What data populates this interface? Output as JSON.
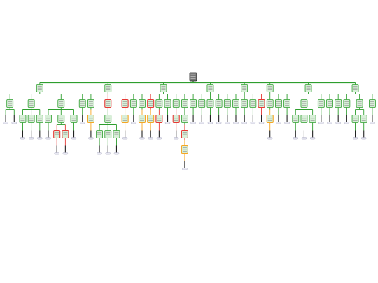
{
  "colors": {
    "background": "#ffffff",
    "root_fill": "#777777",
    "root_stroke": "#222222",
    "node_fill": "#d8efd8",
    "node_text_lines": "#7a7a7a",
    "edge_ok": "#2e9e2e",
    "edge_error": "#e53935",
    "edge_warning": "#f5a623",
    "leaf_pill_fill": "#e8e8f2",
    "leaf_pill_stroke": "#9a9ab5"
  },
  "status_legend": {
    "ok": "green",
    "error": "red",
    "warning": "orange"
  },
  "root": {
    "label": "",
    "status": "root",
    "children": [
      {
        "label": "",
        "status": "ok",
        "children": [
          {
            "label": "",
            "status": "ok",
            "children": [
              {
                "label": "",
                "status": "leaf"
              },
              {
                "label": "",
                "status": "leaf"
              }
            ]
          },
          {
            "label": "",
            "status": "ok",
            "children": [
              {
                "label": "",
                "status": "ok",
                "children": [
                  {
                    "label": "",
                    "status": "leaf"
                  }
                ]
              },
              {
                "label": "",
                "status": "ok",
                "children": [
                  {
                    "label": "",
                    "status": "leaf"
                  }
                ]
              },
              {
                "label": "",
                "status": "ok",
                "children": [
                  {
                    "label": "",
                    "status": "leaf"
                  }
                ]
              }
            ]
          },
          {
            "label": "",
            "status": "ok",
            "children": [
              {
                "label": "",
                "status": "ok",
                "children": [
                  {
                    "label": "",
                    "status": "leaf"
                  }
                ]
              },
              {
                "label": "",
                "status": "ok",
                "children": [
                  {
                    "label": "",
                    "status": "error",
                    "children": [
                      {
                        "label": "",
                        "status": "leaf"
                      }
                    ]
                  },
                  {
                    "label": "",
                    "status": "error",
                    "children": [
                      {
                        "label": "",
                        "status": "leaf"
                      }
                    ]
                  }
                ]
              },
              {
                "label": "",
                "status": "ok",
                "children": [
                  {
                    "label": "",
                    "status": "leaf"
                  }
                ]
              }
            ]
          }
        ]
      },
      {
        "label": "",
        "status": "ok",
        "children": [
          {
            "label": "",
            "status": "ok",
            "children": [
              {
                "label": "",
                "status": "leaf"
              }
            ]
          },
          {
            "label": "",
            "status": "ok",
            "children": [
              {
                "label": "",
                "status": "warning",
                "children": [
                  {
                    "label": "",
                    "status": "leaf"
                  }
                ]
              }
            ]
          },
          {
            "label": "",
            "status": "error",
            "children": [
              {
                "label": "",
                "status": "ok",
                "children": [
                  {
                    "label": "",
                    "status": "ok",
                    "children": [
                      {
                        "label": "",
                        "status": "leaf"
                      }
                    ]
                  },
                  {
                    "label": "",
                    "status": "ok",
                    "children": [
                      {
                        "label": "",
                        "status": "leaf"
                      }
                    ]
                  },
                  {
                    "label": "",
                    "status": "ok",
                    "children": [
                      {
                        "label": "",
                        "status": "leaf"
                      }
                    ]
                  }
                ]
              }
            ]
          },
          {
            "label": "",
            "status": "error",
            "children": [
              {
                "label": "",
                "status": "warning",
                "children": [
                  {
                    "label": "",
                    "status": "leaf"
                  }
                ]
              }
            ]
          },
          {
            "label": "",
            "status": "ok",
            "children": [
              {
                "label": "",
                "status": "leaf"
              }
            ]
          }
        ]
      },
      {
        "label": "",
        "status": "ok",
        "children": [
          {
            "label": "",
            "status": "ok",
            "children": [
              {
                "label": "",
                "status": "warning",
                "children": [
                  {
                    "label": "",
                    "status": "leaf"
                  }
                ]
              }
            ]
          },
          {
            "label": "",
            "status": "error",
            "children": [
              {
                "label": "",
                "status": "warning",
                "children": [
                  {
                    "label": "",
                    "status": "leaf"
                  }
                ]
              }
            ]
          },
          {
            "label": "",
            "status": "ok",
            "children": [
              {
                "label": "",
                "status": "error",
                "children": [
                  {
                    "label": "",
                    "status": "leaf"
                  }
                ]
              }
            ]
          },
          {
            "label": "",
            "status": "ok",
            "children": [
              {
                "label": "",
                "status": "leaf"
              }
            ]
          },
          {
            "label": "",
            "status": "ok",
            "children": [
              {
                "label": "",
                "status": "error",
                "children": [
                  {
                    "label": "",
                    "status": "leaf"
                  }
                ]
              }
            ]
          },
          {
            "label": "",
            "status": "ok",
            "children": [
              {
                "label": "",
                "status": "ok",
                "children": [
                  {
                    "label": "",
                    "status": "error",
                    "children": [
                      {
                        "label": "",
                        "status": "warning",
                        "children": [
                          {
                            "label": "",
                            "status": "leaf"
                          }
                        ]
                      }
                    ]
                  }
                ]
              }
            ]
          }
        ]
      },
      {
        "label": "",
        "status": "ok",
        "children": [
          {
            "label": "",
            "status": "ok",
            "children": [
              {
                "label": "",
                "status": "leaf"
              }
            ]
          },
          {
            "label": "",
            "status": "ok",
            "children": [
              {
                "label": "",
                "status": "leaf"
              }
            ]
          },
          {
            "label": "",
            "status": "ok",
            "children": [
              {
                "label": "",
                "status": "leaf"
              }
            ]
          },
          {
            "label": "",
            "status": "ok",
            "children": [
              {
                "label": "",
                "status": "leaf"
              }
            ]
          },
          {
            "label": "",
            "status": "ok",
            "children": [
              {
                "label": "",
                "status": "leaf"
              }
            ]
          }
        ]
      },
      {
        "label": "",
        "status": "ok",
        "children": [
          {
            "label": "",
            "status": "ok",
            "children": [
              {
                "label": "",
                "status": "leaf"
              }
            ]
          },
          {
            "label": "",
            "status": "ok",
            "children": [
              {
                "label": "",
                "status": "leaf"
              }
            ]
          },
          {
            "label": "",
            "status": "ok",
            "children": [
              {
                "label": "",
                "status": "leaf"
              }
            ]
          }
        ]
      },
      {
        "label": "",
        "status": "ok",
        "children": [
          {
            "label": "",
            "status": "error",
            "children": [
              {
                "label": "",
                "status": "leaf"
              }
            ]
          },
          {
            "label": "",
            "status": "ok",
            "children": [
              {
                "label": "",
                "status": "warning",
                "children": [
                  {
                    "label": "",
                    "status": "leaf"
                  }
                ]
              }
            ]
          },
          {
            "label": "",
            "status": "ok",
            "children": [
              {
                "label": "",
                "status": "leaf"
              }
            ]
          }
        ]
      },
      {
        "label": "",
        "status": "ok",
        "children": [
          {
            "label": "",
            "status": "ok",
            "children": [
              {
                "label": "",
                "status": "leaf"
              }
            ]
          },
          {
            "label": "",
            "status": "ok",
            "children": [
              {
                "label": "",
                "status": "ok",
                "children": [
                  {
                    "label": "",
                    "status": "leaf"
                  }
                ]
              },
              {
                "label": "",
                "status": "ok",
                "children": [
                  {
                    "label": "",
                    "status": "leaf"
                  }
                ]
              },
              {
                "label": "",
                "status": "ok",
                "children": [
                  {
                    "label": "",
                    "status": "leaf"
                  }
                ]
              }
            ]
          },
          {
            "label": "",
            "status": "ok",
            "children": [
              {
                "label": "",
                "status": "leaf"
              }
            ]
          },
          {
            "label": "",
            "status": "ok",
            "children": [
              {
                "label": "",
                "status": "leaf"
              }
            ]
          }
        ]
      },
      {
        "label": "",
        "status": "ok",
        "children": [
          {
            "label": "",
            "status": "ok",
            "children": [
              {
                "label": "",
                "status": "leaf"
              }
            ]
          },
          {
            "label": "",
            "status": "ok",
            "children": [
              {
                "label": "",
                "status": "leaf"
              }
            ]
          },
          {
            "label": "",
            "status": "ok",
            "children": [
              {
                "label": "",
                "status": "ok",
                "children": [
                  {
                    "label": "",
                    "status": "leaf"
                  }
                ]
              },
              {
                "label": "",
                "status": "ok",
                "children": [
                  {
                    "label": "",
                    "status": "leaf"
                  }
                ]
              }
            ]
          },
          {
            "label": "",
            "status": "ok",
            "children": [
              {
                "label": "",
                "status": "leaf"
              }
            ]
          }
        ]
      }
    ]
  }
}
